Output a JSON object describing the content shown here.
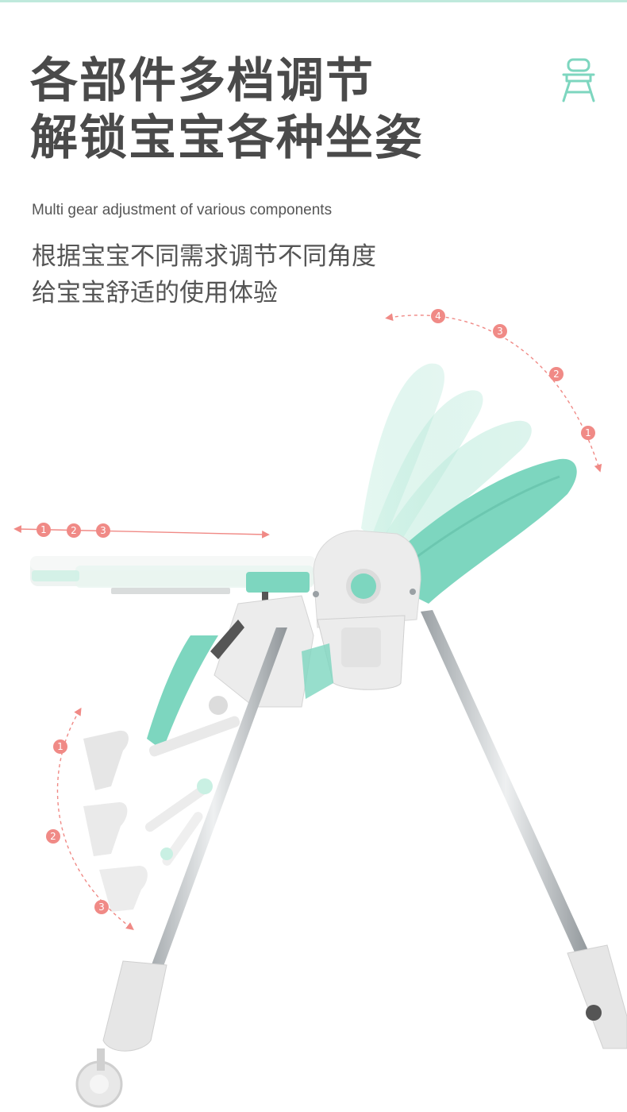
{
  "header": {
    "title_line1": "各部件多档调节",
    "title_line2": "解锁宝宝各种坐姿",
    "subtitle_en": "Multi gear adjustment of various components",
    "desc_line1": "根据宝宝不同需求调节不同角度",
    "desc_line2": "给宝宝舒适的使用体验"
  },
  "icons": {
    "brand": "high-chair-icon"
  },
  "adjustments": {
    "backrest": [
      "1",
      "2",
      "3",
      "4"
    ],
    "tray": [
      "1",
      "2",
      "3"
    ],
    "footrest": [
      "1",
      "2",
      "3"
    ]
  },
  "colors": {
    "title": "#4a4a4a",
    "text": "#555555",
    "mint": "#7dd6bf",
    "mint_light": "#c9f0e3",
    "accent_marker": "#f08a86",
    "frame_white": "#ececec",
    "chrome": "#bfc3c6"
  }
}
